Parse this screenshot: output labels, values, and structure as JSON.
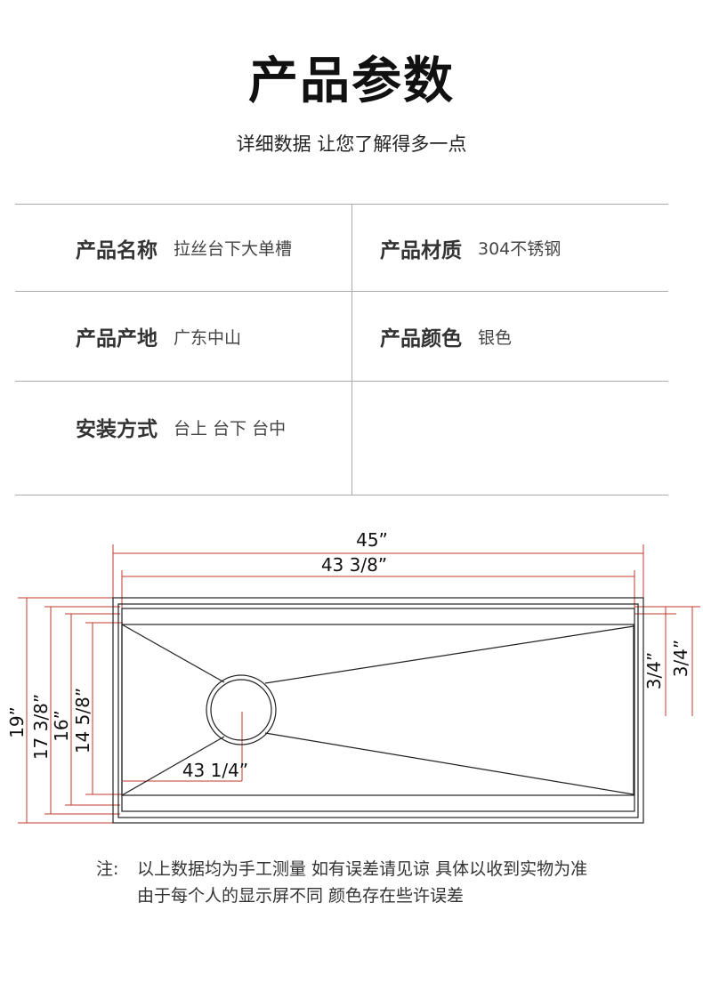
{
  "header": {
    "title": "产品参数",
    "subtitle": "详细数据 让您了解得多一点"
  },
  "specs": [
    {
      "label": "产品名称",
      "value": "拉丝台下大单槽"
    },
    {
      "label": "产品材质",
      "value": "304不锈钢"
    },
    {
      "label": "产品产地",
      "value": "广东中山"
    },
    {
      "label": "产品颜色",
      "value": "银色"
    },
    {
      "label": "安装方式",
      "value": "台上 台下 台中"
    }
  ],
  "diagram": {
    "dim_outer_width": "45”",
    "dim_inner_width": "43 3/8”",
    "dim_outer_depth": "19”",
    "dim_depth_2": "17 3/8”",
    "dim_depth_3": "16”",
    "dim_inner_depth": "14 5/8”",
    "dim_drain_offset": "43 1/4”",
    "dim_rim_1": "3/4”",
    "dim_rim_2": "3/4”",
    "dim_line_color": "#c0392b",
    "sink_line_color": "#222222"
  },
  "note": {
    "prefix": "注:",
    "line1": "以上数据均为手工测量 如有误差请见谅 具体以收到实物为准",
    "line2": "由于每个人的显示屏不同 颜色存在些许误差"
  }
}
